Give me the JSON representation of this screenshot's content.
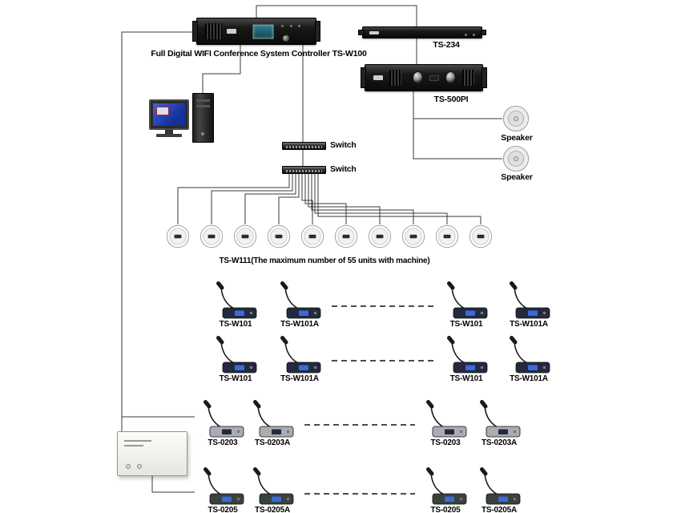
{
  "controller": {
    "label": "Full Digital WIFI Conference System Controller TS-W100"
  },
  "ts234": {
    "label": "TS-234"
  },
  "ts500pi": {
    "label": "TS-500PI"
  },
  "speaker_top": {
    "label": "Speaker"
  },
  "speaker_bottom": {
    "label": "Speaker"
  },
  "switch_top": {
    "label": "Switch"
  },
  "switch_bottom": {
    "label": "Switch"
  },
  "wifi_units": {
    "label": "TS-W111(The maximum number of 55 units with machine)",
    "count": 10
  },
  "mic_rows": [
    {
      "units": [
        "TS-W101",
        "TS-W101A",
        "TS-W101",
        "TS-W101A"
      ]
    },
    {
      "units": [
        "TS-W101",
        "TS-W101A",
        "TS-W101",
        "TS-W101A"
      ]
    },
    {
      "units": [
        "TS-0203",
        "TS-0203A",
        "TS-0203",
        "TS-0203A"
      ]
    },
    {
      "units": [
        "TS-0205",
        "TS-0205A",
        "TS-0205",
        "TS-0205A"
      ]
    }
  ],
  "colors": {
    "wire": "#3a3a3a",
    "mic_screen_blue": "#3a6bd8",
    "controller_screen": "#2e7f8c"
  }
}
